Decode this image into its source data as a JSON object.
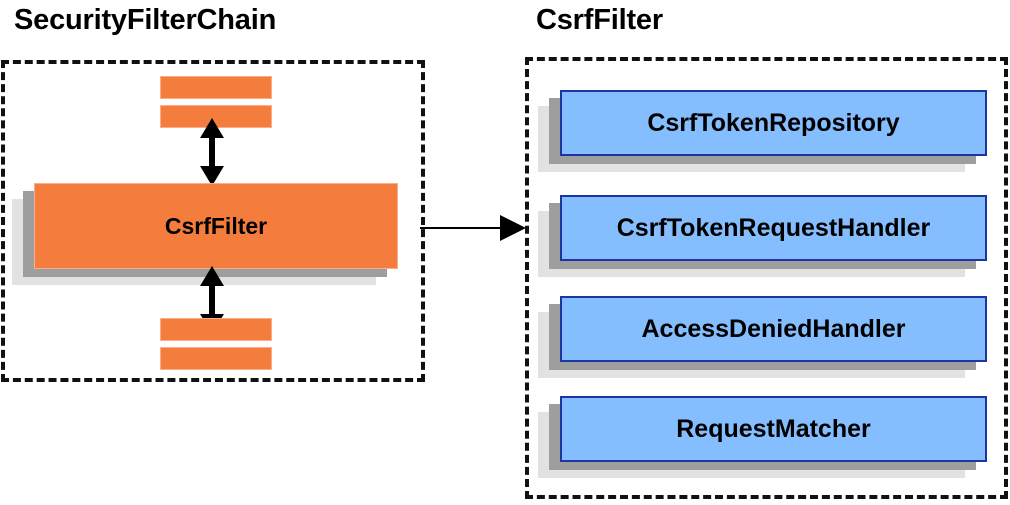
{
  "diagram": {
    "title_left": "SecurityFilterChain",
    "title_right": "CsrfFilter",
    "colors": {
      "orange_fill": "#f47c3c",
      "orange_border": "#f9ae88",
      "blue_fill": "#85beff",
      "blue_border": "#1c35a0",
      "shadow_mid": "#9e9e9e",
      "shadow_back": "#e2e2e2",
      "dashed_border": "#111111",
      "text": "#000000"
    }
  },
  "left_panel": {
    "title": "SecurityFilterChain",
    "main_box_label": "CsrfFilter",
    "stub_count": 4,
    "arrows": [
      {
        "name": "filter-chain-above",
        "direction": "bidirectional-vertical"
      },
      {
        "name": "filter-chain-below",
        "direction": "bidirectional-vertical"
      }
    ]
  },
  "right_panel": {
    "title": "CsrfFilter",
    "components": [
      {
        "label": "CsrfTokenRepository"
      },
      {
        "label": "CsrfTokenRequestHandler"
      },
      {
        "label": "AccessDeniedHandler"
      },
      {
        "label": "RequestMatcher"
      }
    ]
  },
  "connector": {
    "name": "csrf-filter-to-detail",
    "direction": "left-to-right",
    "label": ""
  }
}
